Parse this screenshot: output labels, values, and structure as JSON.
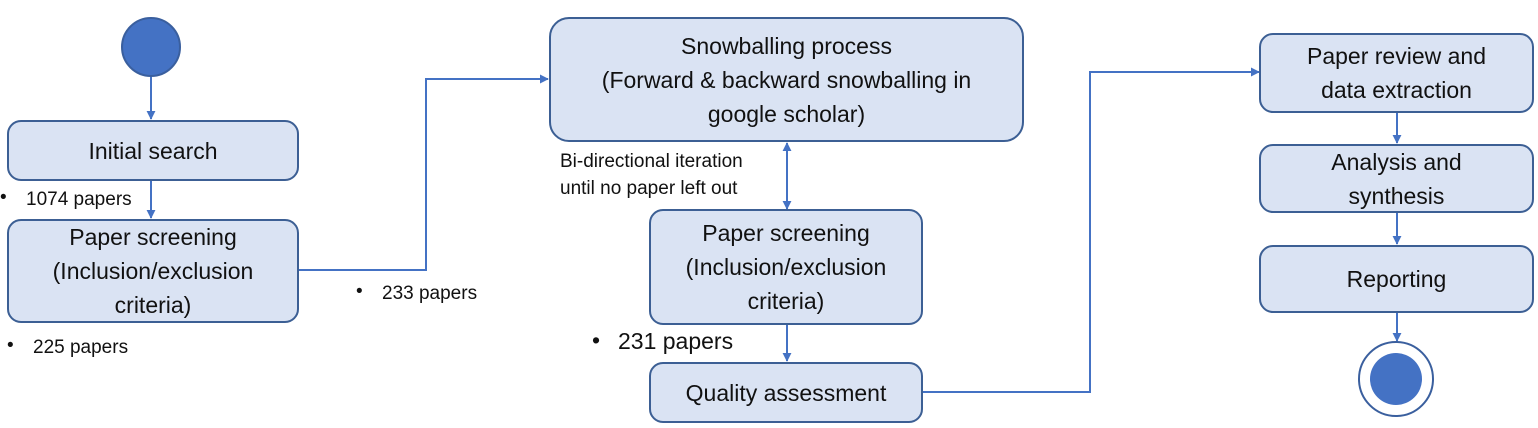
{
  "nodes": {
    "initial_search": "Initial search",
    "paper_screening_1": "Paper screening\n(Inclusion/exclusion\ncriteria)",
    "snowballing": "Snowballing process\n(Forward & backward snowballing in\ngoogle scholar)",
    "paper_screening_2": "Paper screening\n(Inclusion/exclusion\ncriteria)",
    "quality_assessment": "Quality assessment",
    "paper_review": "Paper review and\ndata extraction",
    "analysis": "Analysis and\nsynthesis",
    "reporting": "Reporting"
  },
  "annotations": {
    "bullet": "•",
    "papers_1074": "1074 papers",
    "papers_225": "225 papers",
    "papers_233": "233 papers",
    "papers_231": "231 papers",
    "iteration_note": "Bi-directional iteration\nuntil no paper left out"
  },
  "colors": {
    "box_fill": "#dae3f3",
    "box_border": "#3c5f94",
    "arrow": "#4472c4",
    "node_fill": "#4472c4"
  }
}
